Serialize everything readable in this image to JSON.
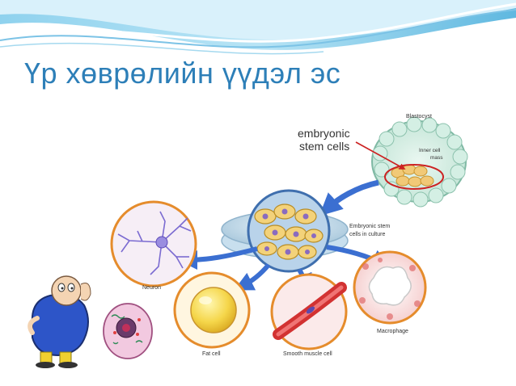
{
  "slide": {
    "title": "Үр хөврөлийн үүдэл эс"
  },
  "diagram": {
    "callout_line1": "embryonic",
    "callout_line2": "stem cells",
    "blastocyst": "Blastocyst",
    "inner_mass_line1": "Inner cell",
    "inner_mass_line2": "mass",
    "culture_line1": "Embryonic stem",
    "culture_line2": "cells in culture",
    "neuron": "Neuron",
    "fat_cell": "Fat cell",
    "smooth_muscle": "Smooth muscle cell",
    "macrophage": "Macrophage"
  },
  "colors": {
    "title": "#2d7fb8",
    "arrow": "#3b6fd1",
    "callout_arrow": "#cc2222"
  }
}
